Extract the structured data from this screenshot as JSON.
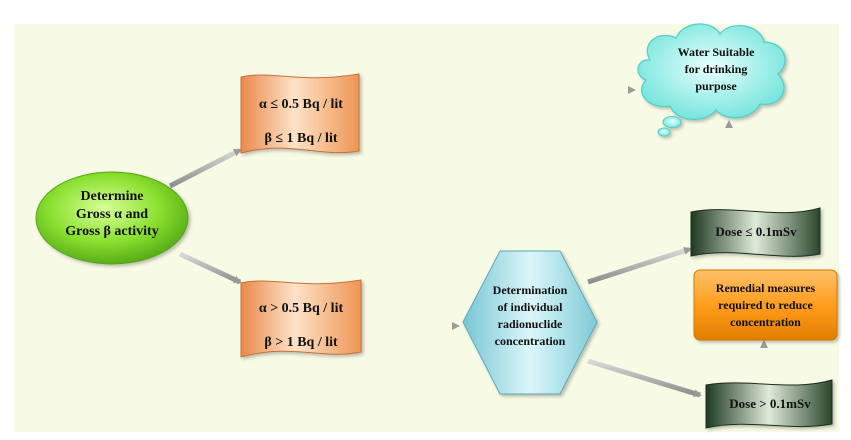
{
  "nodes": {
    "determine": {
      "lines": [
        "Determine",
        "Gross α and",
        "Gross β activity"
      ]
    },
    "low_limits": {
      "lines": [
        "α ≤ 0.5 Bq / lit",
        "β ≤ 1 Bq / lit"
      ]
    },
    "high_limits": {
      "lines": [
        "α > 0.5 Bq / lit",
        "β > 1 Bq / lit"
      ]
    },
    "determination": {
      "lines": [
        "Determination",
        "of individual",
        "radionuclide",
        "concentration"
      ]
    },
    "dose_low": {
      "text": "Dose ≤ 0.1mSv"
    },
    "dose_high": {
      "text": "Dose > 0.1mSv"
    },
    "water_suitable": {
      "lines": [
        "Water Suitable",
        "for drinking",
        "purpose"
      ]
    },
    "remedial": {
      "lines": [
        "Remedial measures",
        "required  to reduce",
        "concentration"
      ]
    }
  },
  "colors": {
    "background": "#f7fae5",
    "oval_green": "#7fd321",
    "banner_orange": "#f0a060",
    "hexagon_cyan": "#9fdde6",
    "banner_dark_green": "#2f4a2f",
    "cloud_cyan": "#9ff2ee",
    "remedial_orange": "#ff9f1a",
    "arrow_gray": "#a9aaa9"
  }
}
